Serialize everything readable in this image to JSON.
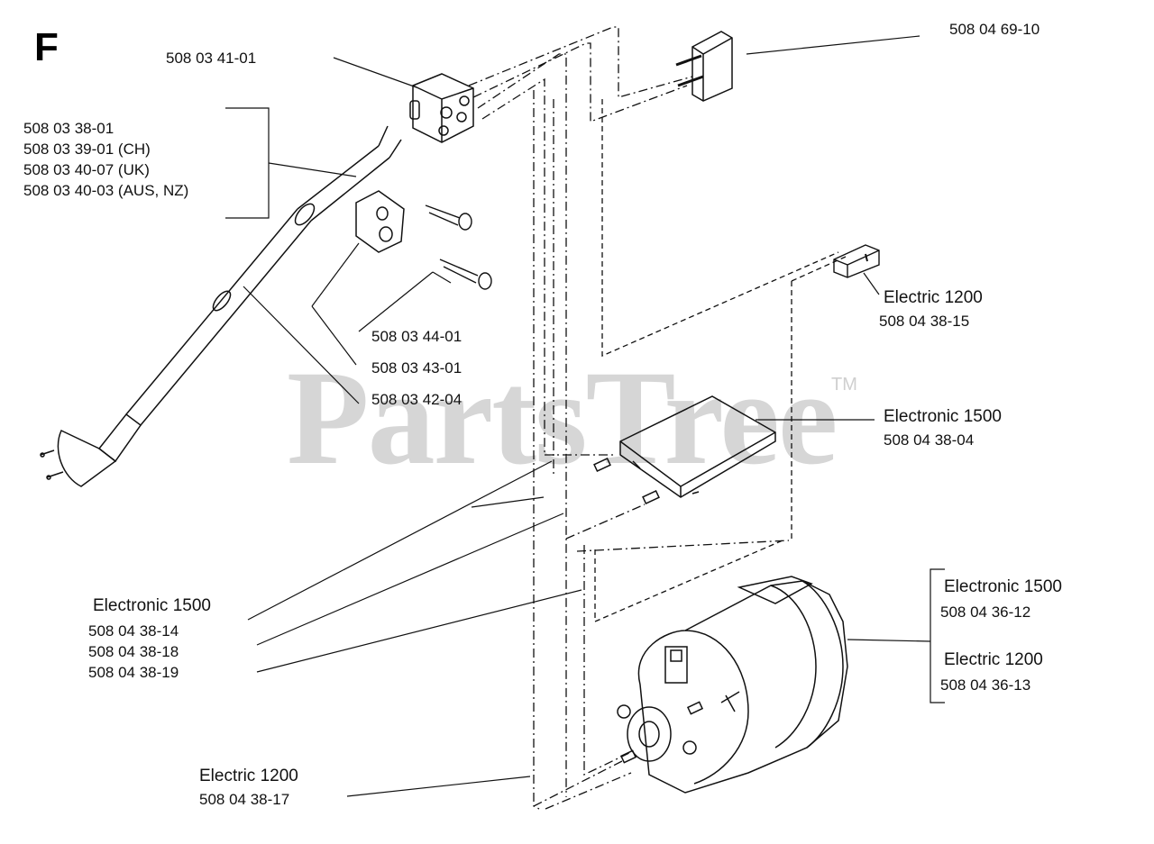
{
  "section": "F",
  "watermark": {
    "text": "PartsTree",
    "tm": "TM"
  },
  "labels": {
    "switch": "508 03 41-01",
    "plug_box": "508 04 69-10",
    "cord": [
      "508 03 38-01",
      "508 03 39-01 (CH)",
      "508 03 40-07 (UK)",
      "508 03 40-03 (AUS, NZ)"
    ],
    "screws": "508 03 44-01",
    "plate": "508 03 43-01",
    "sleeve": "508 03 42-04",
    "connector_1200": {
      "model": "Electric 1200",
      "part": "508 04 38-15"
    },
    "board_1500": {
      "model": "Electronic 1500",
      "part": "508 04 38-04"
    },
    "wires_1500": {
      "model": "Electronic 1500",
      "parts": [
        "508 04 38-14",
        "508 04 38-18",
        "508 04 38-19"
      ]
    },
    "motor": {
      "model_a": "Electronic 1500",
      "part_a": "508 04 36-12",
      "model_b": "Electric 1200",
      "part_b": "508 04 36-13"
    },
    "wire_1200": {
      "model": "Electric 1200",
      "part": "508 04 38-17"
    }
  }
}
